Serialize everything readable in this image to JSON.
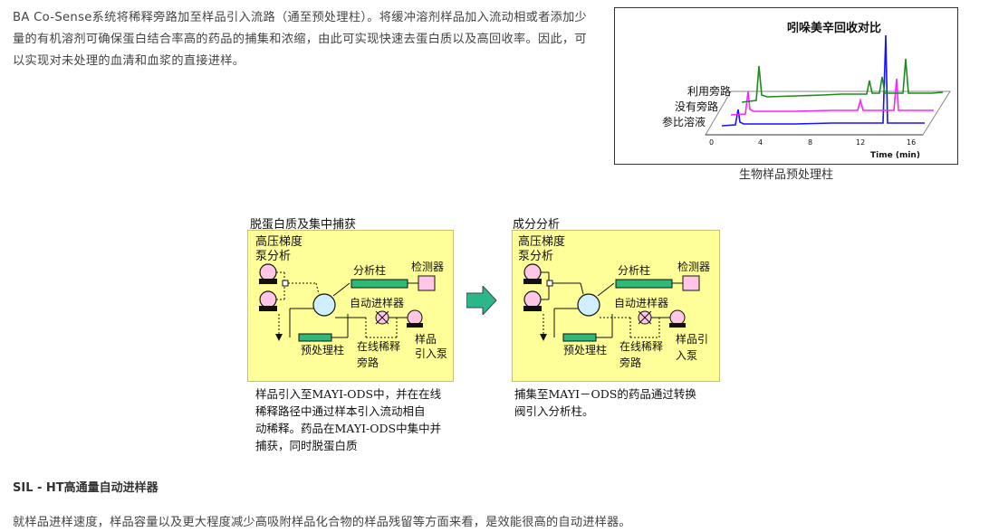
{
  "intro_text": "BA Co-Sense系统将稀释旁路加至样品引入流路（通至预处理柱）。将缓冲溶剂样品加入流动相或者添加少量的有机溶剂可确保蛋白结合率高的药品的捕集和浓缩，由此可实现快速去蛋白质以及高回收率。因此，可以实现对未处理的血清和血浆的直接进样。",
  "chromatogram": {
    "title": "吲哚美辛回收对比",
    "traces": [
      {
        "label": "利用旁路",
        "color": "#1e8a1e"
      },
      {
        "label": "没有旁路",
        "color": "#ff22ff"
      },
      {
        "label": "参比溶液",
        "color": "#1414ff"
      }
    ],
    "x_ticks": [
      "0",
      "4",
      "8",
      "12",
      "16"
    ],
    "x_label": "Time (min)"
  },
  "fig1_caption": "生物样品预处理柱",
  "left_panel": {
    "title": "脱蛋白质及集中捕获",
    "pump_label_1": "高压梯度",
    "pump_label_2": "泵分析",
    "column_label": "分析柱",
    "detector_label": "检测器",
    "autosampler_label": "自动进样器",
    "pre_column_label": "预处理柱",
    "dilution_label_1": "在线稀释",
    "dilution_label_2": "旁路",
    "sample_pump_label_1": "样品",
    "sample_pump_label_2": "引入泵",
    "desc_lines": [
      "样品引入至MAYI-ODS中，并在在线",
      "稀释路径中通过样本引入流动相自",
      "动稀释。药品在MAYI-ODS中集中并",
      "捕获，同时脱蛋白质"
    ]
  },
  "right_panel": {
    "title": "成分分析",
    "pump_label_1": "高压梯度",
    "pump_label_2": "泵分析",
    "column_label": "分析柱",
    "detector_label": "检测器",
    "autosampler_label": "自动进样器",
    "pre_column_label": "预处理柱",
    "dilution_label_1": "在线稀释",
    "dilution_label_2": "旁路",
    "sample_pump_label_1": "样品引",
    "sample_pump_label_2": "入泵",
    "desc_lines": [
      "捕集至MAYI－ODS的药品通过转换",
      "阀引入分析柱。"
    ]
  },
  "sil_heading": "SIL - HT高通量自动进样器",
  "sil_paragraph": "就样品进样速度，样品容量以及更大程度减少高吸附样品化合物的样品残留等方面来看，是效能很高的自动进样器。"
}
